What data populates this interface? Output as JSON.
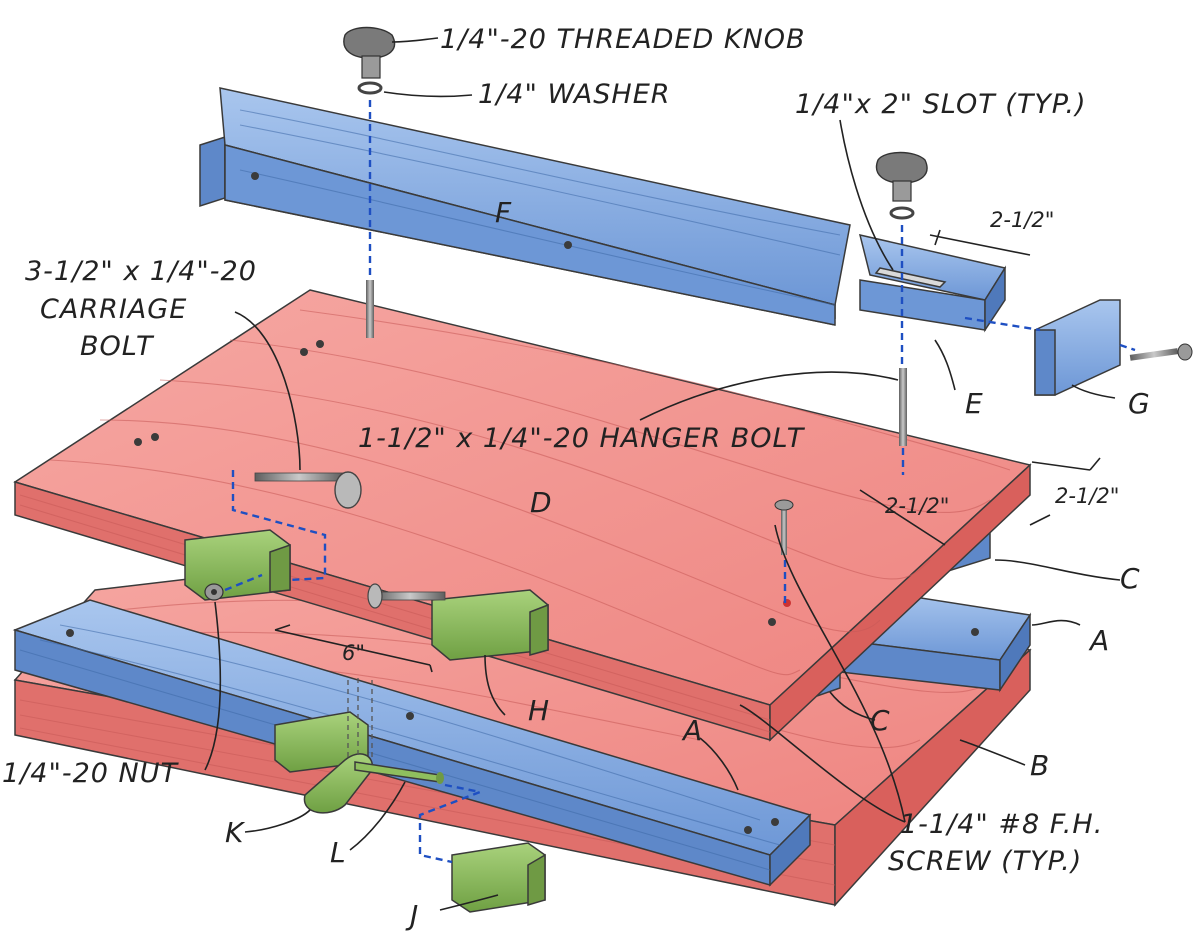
{
  "labels": {
    "knob": "1/4\"-20 THREADED KNOB",
    "washer": "1/4\" WASHER",
    "slot": "1/4\"x 2\" SLOT (TYP.)",
    "carriage_bolt_1": "3-1/2\" x 1/4\"-20",
    "carriage_bolt_2": "CARRIAGE",
    "carriage_bolt_3": "BOLT",
    "hanger_bolt": "1-1/2\" x 1/4\"-20 HANGER BOLT",
    "nut": "1/4\"-20 NUT",
    "screw_1": "1-1/4\" #8 F.H.",
    "screw_2": "SCREW (TYP.)"
  },
  "dimensions": {
    "fence_slot": "2-1/2\"",
    "base_inset": "2-1/2\"",
    "base_edge": "2-1/2\"",
    "block_spacing": "6\""
  },
  "parts": {
    "a_rear": "A",
    "a_front": "A",
    "b": "B",
    "c_rear": "C",
    "c_front": "C",
    "d": "D",
    "e": "E",
    "f": "F",
    "g": "G",
    "h": "H",
    "j": "J",
    "k": "K",
    "l": "L"
  },
  "colors": {
    "fence_blue": "#7fa8e0",
    "base_red": "#f08a87",
    "block_green": "#8fbf5e",
    "hardware_gray": "#8a8a8a",
    "guide_dash": "#1e4fc2"
  }
}
